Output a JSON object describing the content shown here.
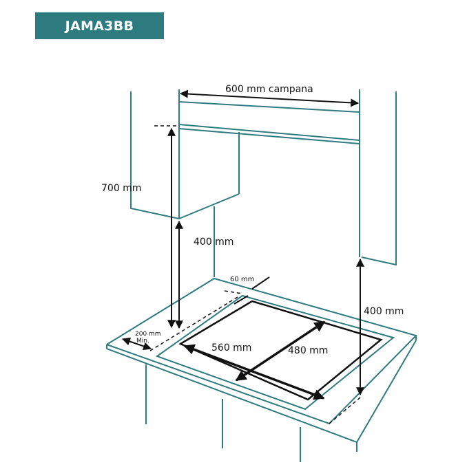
{
  "header": {
    "model": "JAMA3BB"
  },
  "colors": {
    "accent": "#2e7b7f",
    "line": "#2e7b7f",
    "dimension": "#111111",
    "background": "#ffffff"
  },
  "dimensions": {
    "hood_width": "600 mm campana",
    "min_height": "700 mm",
    "hood_clearance_left": "400 mm",
    "hood_clearance_right": "400 mm",
    "rear_gap": "60 mm",
    "front_gap_value": "200 mm",
    "front_gap_note": "Min.",
    "cutout_width": "560 mm",
    "cutout_depth": "480 mm"
  }
}
